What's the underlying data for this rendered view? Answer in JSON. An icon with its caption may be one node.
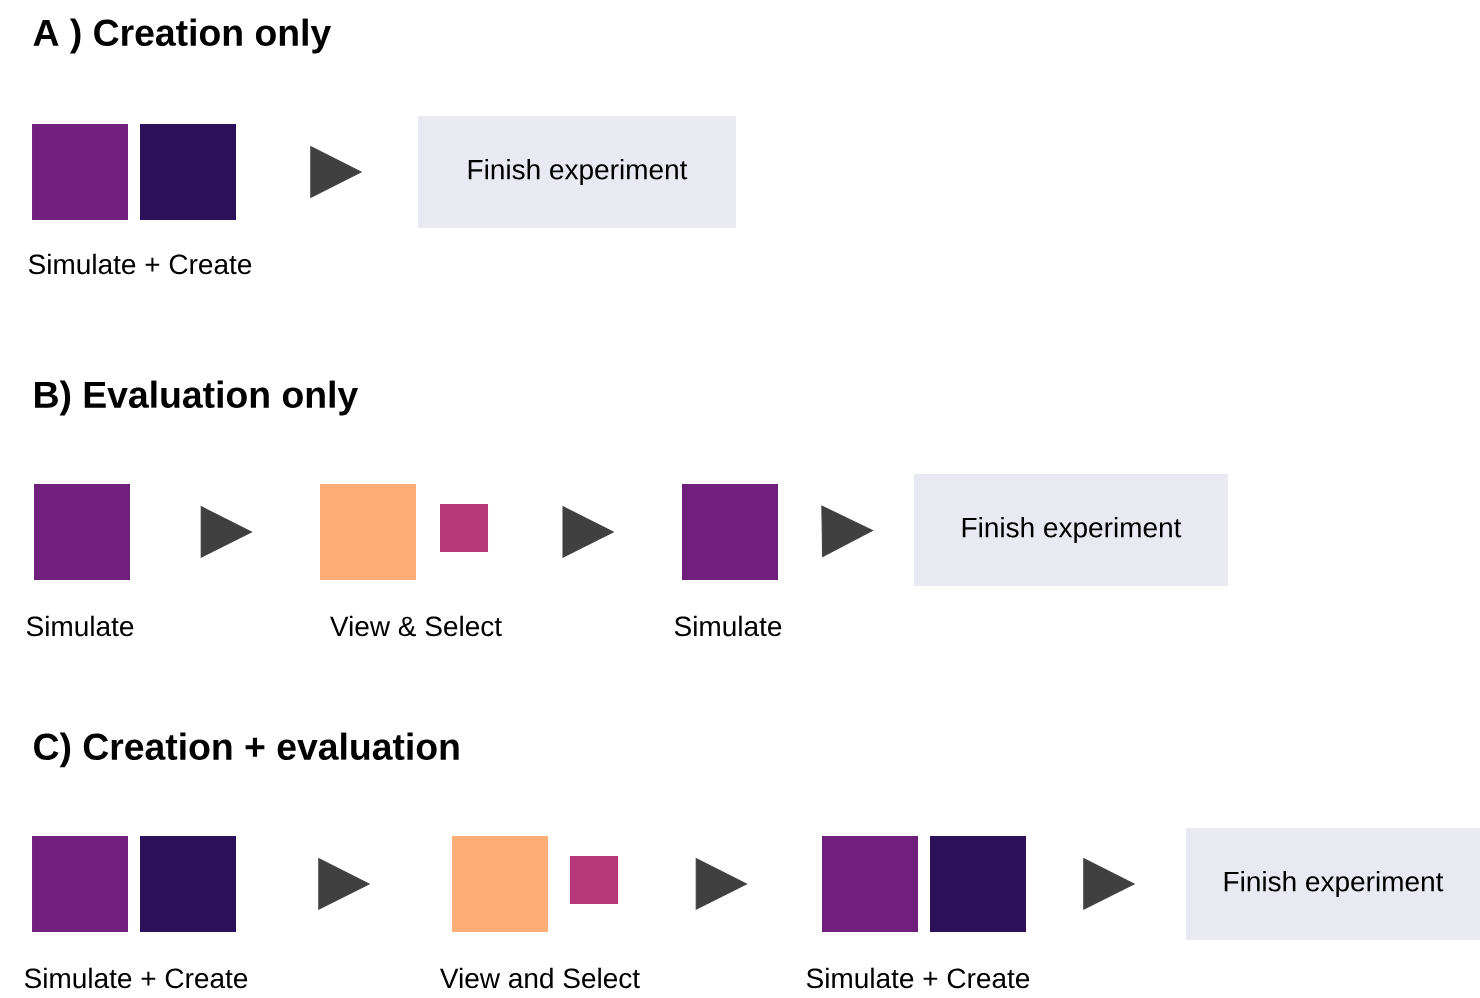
{
  "diagram": {
    "nodes": [
      {
        "text": [],
        "shape": "box",
        "beside": [
          "Simulate + Create"
        ]
      },
      {
        "text": [
          "Finish experiment"
        ]
      },
      {
        "text": [],
        "shape": "box",
        "beside": [
          "Simulate"
        ]
      },
      {
        "text": [],
        "shape": "box",
        "beside": [
          "View & Select"
        ]
      },
      {
        "text": [],
        "shape": "box",
        "beside": [
          "Simulate"
        ]
      },
      {
        "text": [
          "Finish experiment"
        ]
      },
      {
        "text": [],
        "shape": "box",
        "beside": [
          "Simulate + Create"
        ]
      },
      {
        "text": [],
        "shape": "box",
        "beside": [
          "View and Select"
        ]
      },
      {
        "text": [],
        "shape": "box",
        "beside": [
          "Simulate + Create"
        ]
      },
      {
        "text": [
          "Finish experiment"
        ]
      }
    ],
    "edges": [
      {
        "from": 0,
        "to": 1,
        "arrow": "to"
      },
      {
        "from": 2,
        "to": 3,
        "arrow": "to"
      },
      {
        "from": 3,
        "to": 4,
        "arrow": "to"
      },
      {
        "from": 4,
        "to": 5,
        "arrow": "to"
      },
      {
        "from": 6,
        "to": 7,
        "arrow": "to"
      },
      {
        "from": 7,
        "to": 8,
        "arrow": "to"
      },
      {
        "from": 8,
        "to": 9,
        "arrow": "to"
      }
    ],
    "labels": [
      "A ) Creation only",
      "B) Evaluation only",
      "C) Creation + evaluation"
    ]
  }
}
